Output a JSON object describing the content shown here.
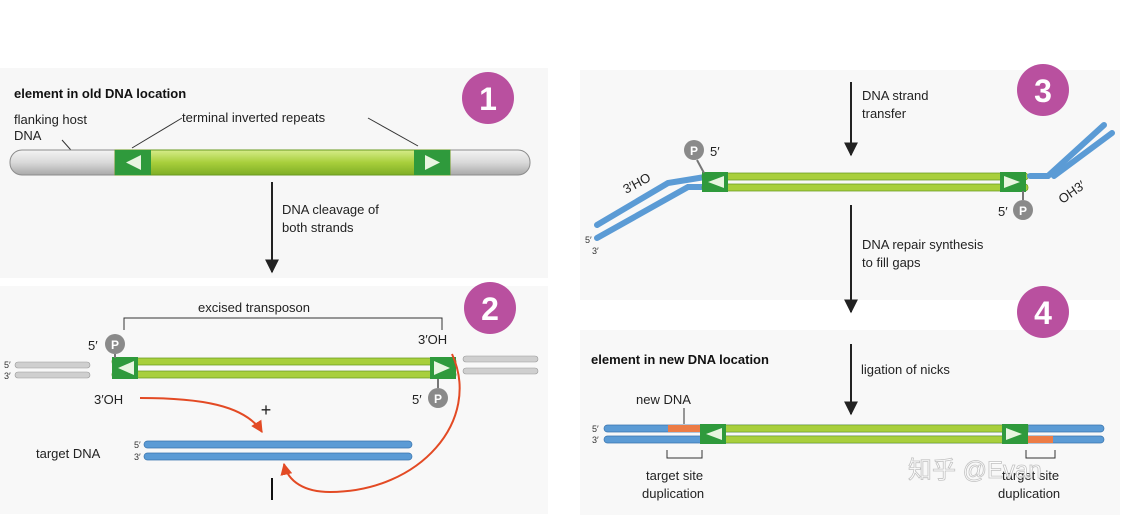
{
  "panel1": {
    "step": "1",
    "title": "element in old DNA location",
    "flanking_label_1": "flanking host",
    "flanking_label_2": "DNA",
    "tir_label": "terminal inverted repeats",
    "arrow_label_1": "DNA cleavage of",
    "arrow_label_2": "both strands"
  },
  "panel2": {
    "step": "2",
    "excised_label": "excised transposon",
    "phosphate": "P",
    "five_prime": "5′",
    "three_prime": "3′",
    "three_oh": "3′OH",
    "plus": "+",
    "target_label": "target DNA"
  },
  "panel3": {
    "step": "3",
    "arrow_label_1": "DNA strand",
    "arrow_label_2": "transfer",
    "ho_label": "3′HO",
    "oh_label": "OH3′",
    "phosphate": "P",
    "five_prime": "5′",
    "three_prime": "3′",
    "repair_label_1": "DNA repair synthesis",
    "repair_label_2": "to fill gaps"
  },
  "panel4": {
    "step": "4",
    "title": "element in new DNA location",
    "ligation_label": "ligation of nicks",
    "new_dna_label": "new DNA",
    "five_prime": "5′",
    "three_prime": "3′",
    "tsd_label_1": "target site",
    "tsd_label_2": "duplication"
  },
  "watermark": "知乎 @Evan",
  "colors": {
    "badge": "#b9509f",
    "transposon": "#a8cf3c",
    "tir": "#2f9a3c",
    "host_dna": "#d4d4d4",
    "target_dna": "#5b9bd5",
    "new_dna": "#ec7c46",
    "arrow_red": "#e34a24"
  }
}
